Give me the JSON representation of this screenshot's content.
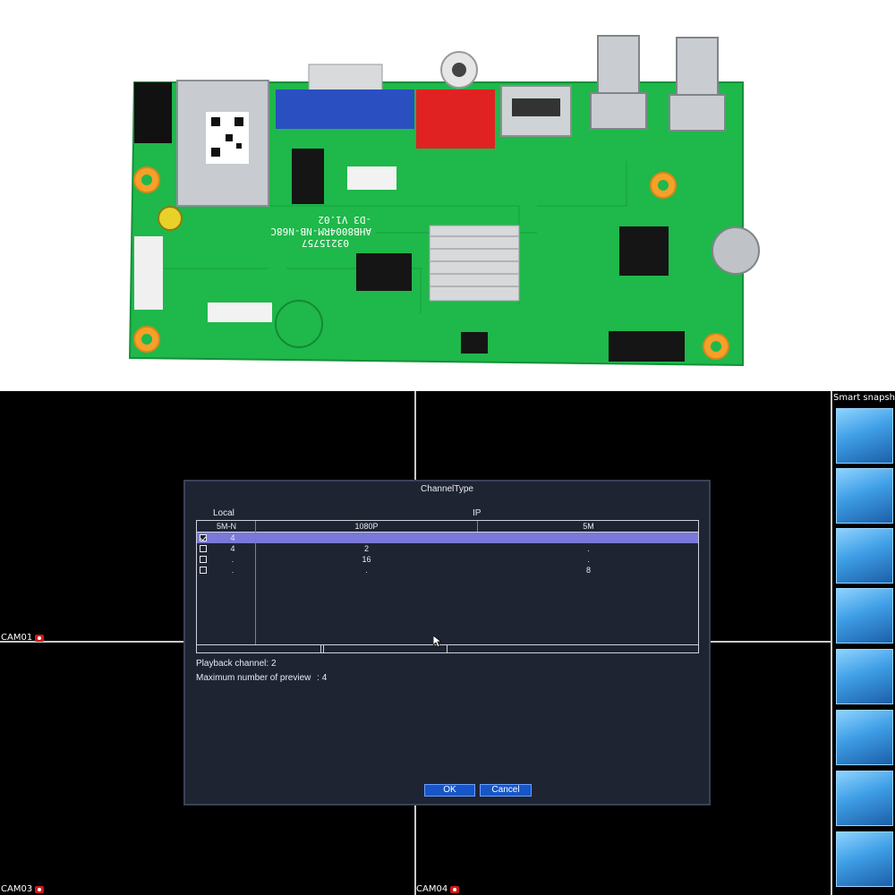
{
  "dialog": {
    "title": "ChannelType",
    "group_local": "Local",
    "group_ip": "IP",
    "columns": [
      "5M-N",
      "1080P",
      "5M"
    ],
    "rows": [
      {
        "checked": true,
        "c0": "4",
        "c1": "",
        "c2": ""
      },
      {
        "checked": false,
        "c0": "4",
        "c1": "2",
        "c2": "."
      },
      {
        "checked": false,
        "c0": ".",
        "c1": "16",
        "c2": "."
      },
      {
        "checked": false,
        "c0": ".",
        "c1": ".",
        "c2": "8"
      }
    ],
    "playback_label": "Playback channel: 2",
    "preview_label": "Maximum number of preview",
    "preview_value": ": 4",
    "ok_label": "OK",
    "cancel_label": "Cancel"
  },
  "cameras": {
    "cam01": "CAM01",
    "cam03": "CAM03",
    "cam04": "CAM04"
  },
  "snapshot_panel": {
    "title": "Smart snapshc"
  },
  "board": {
    "model_line1": "AHB8004RM-NB-N68C",
    "model_line2": "-D3 V1.02",
    "code": "03215757"
  },
  "colors": {
    "pcb_green": "#1fb84a",
    "dialog_bg": "#1f2433",
    "selected_row": "#7a78d8",
    "button_blue": "#1656c8",
    "vga_blue": "#2a4fc0",
    "rca_red": "#e02222"
  }
}
